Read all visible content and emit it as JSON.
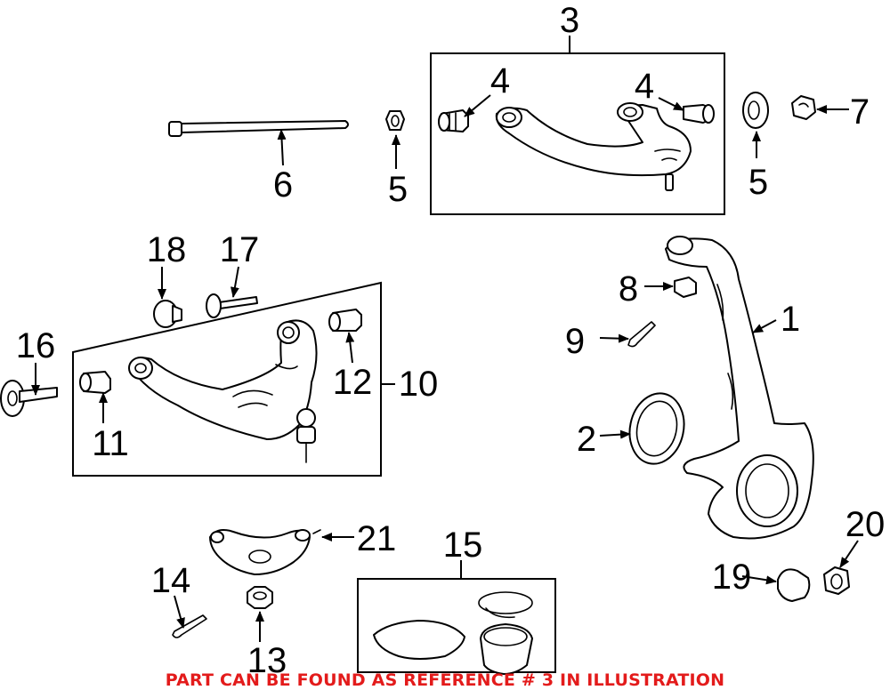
{
  "callouts": {
    "c1": "1",
    "c2": "2",
    "c3": "3",
    "c4a": "4",
    "c4b": "4",
    "c5a": "5",
    "c5b": "5",
    "c6": "6",
    "c7": "7",
    "c8": "8",
    "c9": "9",
    "c10": "10",
    "c11": "11",
    "c12": "12",
    "c13": "13",
    "c14": "14",
    "c15": "15",
    "c16": "16",
    "c17": "17",
    "c18": "18",
    "c19": "19",
    "c20": "20",
    "c21": "21"
  },
  "footer": {
    "note": "PART CAN BE FOUND AS REFERENCE # 3 IN ILLUSTRATION"
  },
  "colors": {
    "line": "#000000",
    "note": "#e31b1b",
    "background": "#ffffff"
  }
}
